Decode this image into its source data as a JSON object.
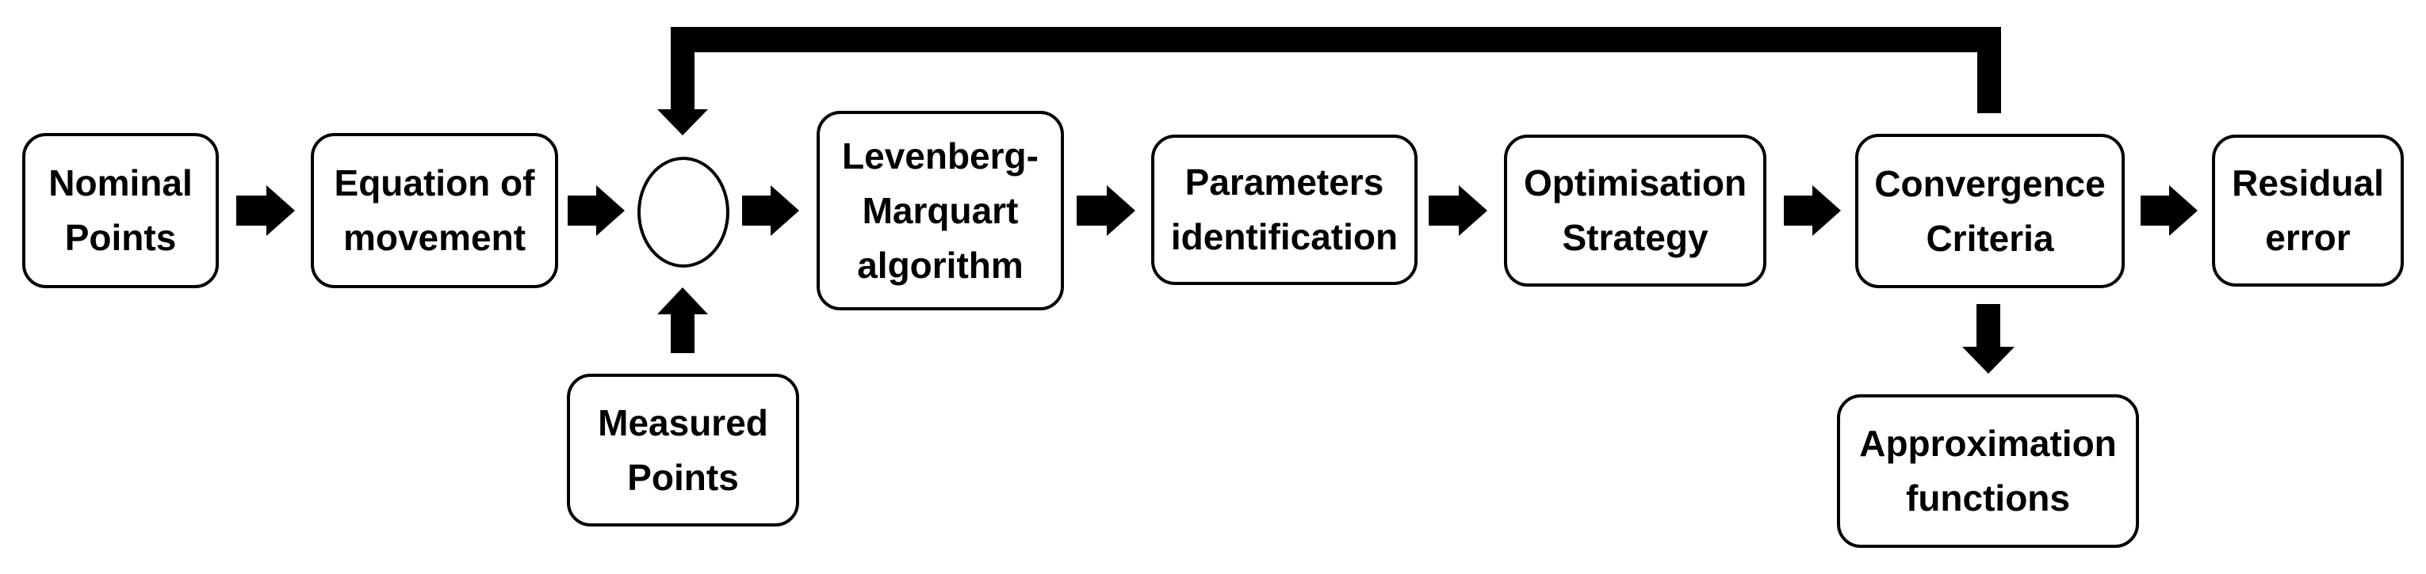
{
  "diagram": {
    "type": "flowchart",
    "colors": {
      "background": "#ffffff",
      "line": "#000000",
      "text": "#000000",
      "node_fill": "#ffffff"
    },
    "nodes": {
      "nominal": {
        "label": "Nominal\nPoints",
        "shape": "rounded-rect"
      },
      "equation": {
        "label": "Equation of\nmovement",
        "shape": "rounded-rect"
      },
      "junction": {
        "label": "",
        "shape": "circle"
      },
      "levenberg": {
        "label": "Levenberg-\nMarquart\nalgorithm",
        "shape": "rounded-rect"
      },
      "parameters": {
        "label": "Parameters\nidentification",
        "shape": "rounded-rect"
      },
      "optimisation": {
        "label": "Optimisation\nStrategy",
        "shape": "rounded-rect"
      },
      "convergence": {
        "label": "Convergence\nCriteria",
        "shape": "rounded-rect"
      },
      "residual": {
        "label": "Residual\nerror",
        "shape": "rounded-rect"
      },
      "measured": {
        "label": "Measured\nPoints",
        "shape": "rounded-rect"
      },
      "approximation": {
        "label": "Approximation\nfunctions",
        "shape": "rounded-rect"
      }
    },
    "edges": [
      {
        "from": "Nominal Points",
        "to": "Equation of movement",
        "style": "block-arrow"
      },
      {
        "from": "Equation of movement",
        "to": "junction",
        "style": "block-arrow"
      },
      {
        "from": "Measured Points",
        "to": "junction",
        "style": "block-arrow"
      },
      {
        "from": "junction",
        "to": "Levenberg-Marquart algorithm",
        "style": "block-arrow"
      },
      {
        "from": "Levenberg-Marquart algorithm",
        "to": "Parameters identification",
        "style": "block-arrow"
      },
      {
        "from": "Parameters identification",
        "to": "Optimisation Strategy",
        "style": "block-arrow"
      },
      {
        "from": "Optimisation Strategy",
        "to": "Convergence Criteria",
        "style": "block-arrow"
      },
      {
        "from": "Convergence Criteria",
        "to": "Residual error",
        "style": "block-arrow"
      },
      {
        "from": "Convergence Criteria",
        "to": "Approximation functions",
        "style": "block-arrow"
      },
      {
        "from": "Convergence Criteria",
        "to": "junction",
        "style": "thick-elbow-feedback"
      }
    ]
  }
}
